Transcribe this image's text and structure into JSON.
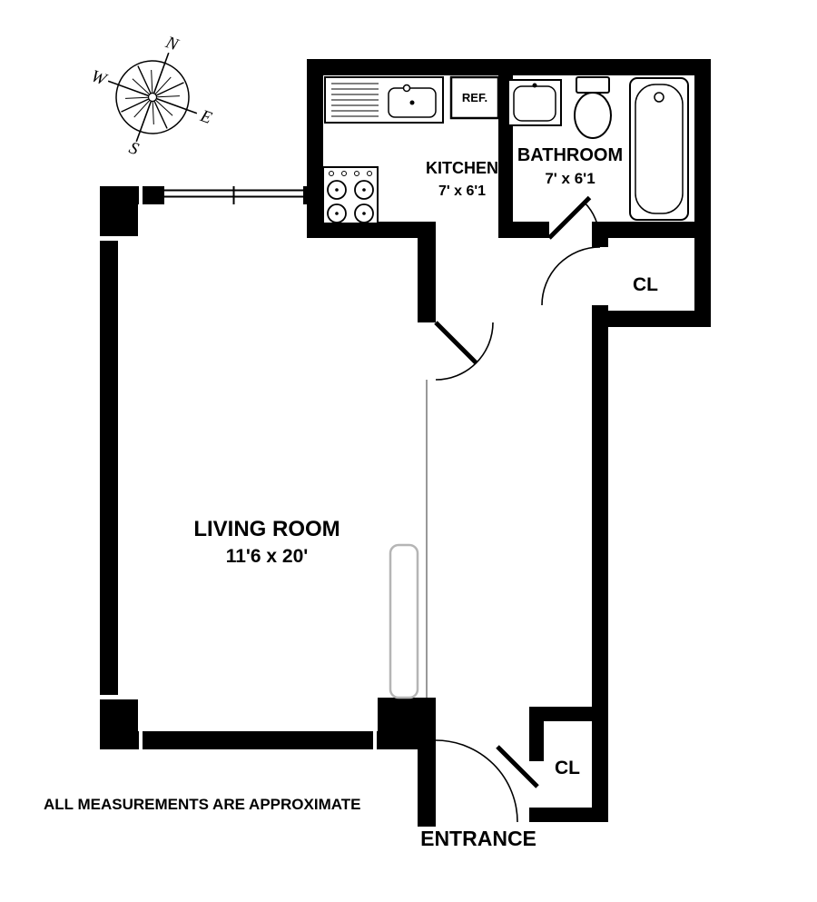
{
  "plan": {
    "compass": {
      "n": "N",
      "e": "E",
      "s": "S",
      "w": "W"
    },
    "kitchen": {
      "name": "KITCHEN",
      "dims": "7' x 6'1",
      "ref_label": "REF."
    },
    "bathroom": {
      "name": "BATHROOM",
      "dims": "7' x 6'1"
    },
    "living_room": {
      "name": "LIVING ROOM",
      "dims": "11'6 x 20'"
    },
    "closet_upper_label": "CL",
    "closet_lower_label": "CL",
    "entrance_label": "ENTRANCE",
    "disclaimer": "ALL MEASUREMENTS ARE APPROXIMATE",
    "colors": {
      "wall": "#000000",
      "floor": "#ffffff",
      "detail": "#b5b5b5"
    }
  }
}
